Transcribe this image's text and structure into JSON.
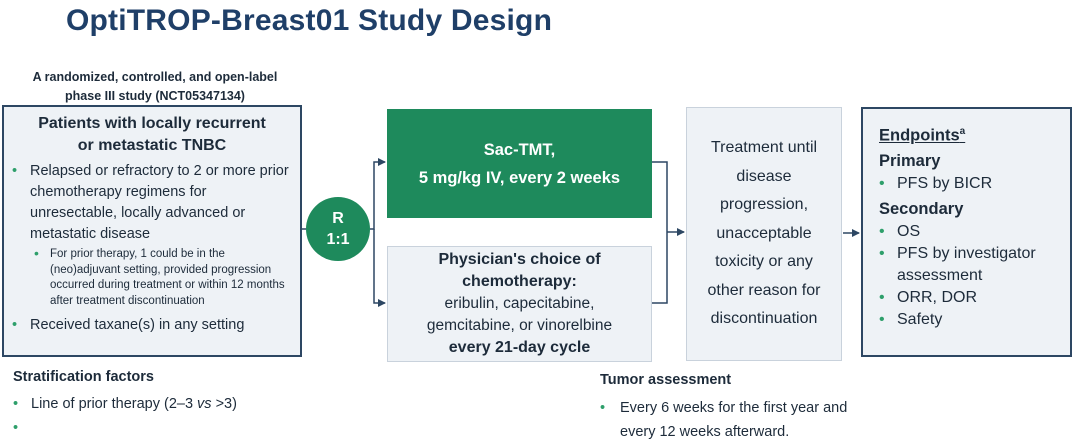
{
  "title": "OptiTROP-Breast01 Study Design",
  "subtitle": {
    "line1": "A randomized, controlled, and open-label",
    "line2": "phase III study (NCT05347134)"
  },
  "patients": {
    "title_line1": "Patients with locally recurrent",
    "title_line2": "or metastatic TNBC",
    "item1": "Relapsed or refractory to 2 or more prior chemotherapy regimens for unresectable, locally advanced or metastatic disease",
    "subitem1": "For prior therapy, 1 could be in the (neo)adjuvant setting, provided progression occurred during treatment or within 12 months after treatment discontinuation",
    "item2": "Received taxane(s) in any setting"
  },
  "randomization": {
    "line1": "R",
    "line2": "1:1"
  },
  "arm_experimental": {
    "line1": "Sac-TMT,",
    "line2": "5 mg/kg IV, every 2 weeks"
  },
  "arm_control": {
    "line1": "Physician's choice of",
    "line2": "chemotherapy:",
    "line3": "eribulin, capecitabine,",
    "line4": "gemcitabine, or vinorelbine",
    "line5": "every 21-day cycle"
  },
  "treatment": {
    "lines": [
      "Treatment until",
      "disease",
      "progression,",
      "unacceptable",
      "toxicity or any",
      "other reason for",
      "discontinuation"
    ]
  },
  "endpoints": {
    "heading": "Endpoints",
    "heading_sup": "a",
    "primary_label": "Primary",
    "primary": [
      "PFS by BICR"
    ],
    "secondary_label": "Secondary",
    "secondary": [
      "OS",
      "PFS by investigator assessment",
      "ORR, DOR",
      "Safety"
    ]
  },
  "stratification": {
    "title": "Stratification factors",
    "item1_pre": "Line of prior therapy (2–3 ",
    "item1_em": "vs",
    "item1_post": " >3)",
    "item2": ""
  },
  "tumor": {
    "title": "Tumor assessment",
    "item1": "Every 6 weeks for the first year and every 12 weeks afterward."
  },
  "colors": {
    "accent_green": "#1e8a5c",
    "title_navy": "#1f3f68",
    "box_fill": "#eef2f6",
    "bullet_green": "#2e9f6b"
  }
}
